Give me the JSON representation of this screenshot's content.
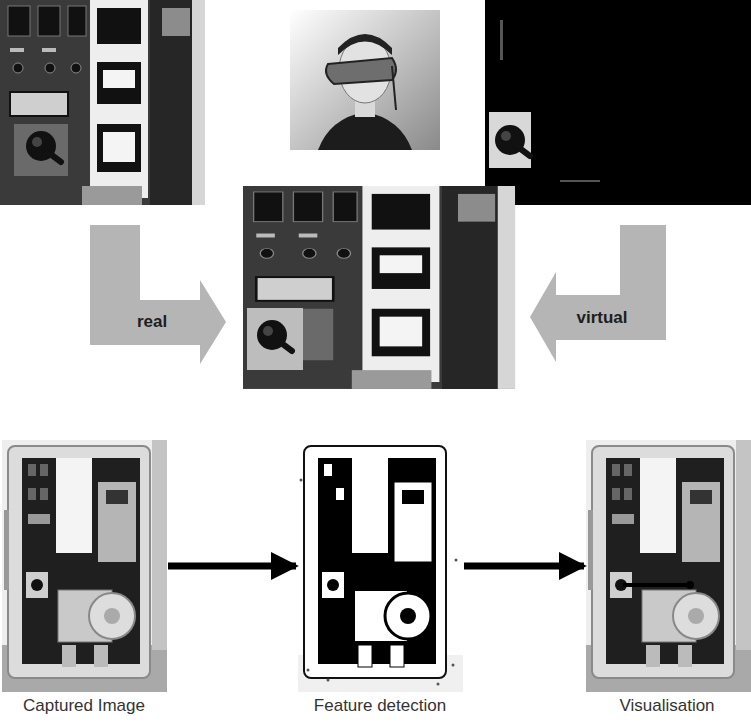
{
  "diagram": {
    "nodes": [
      {
        "text": [
          "Captured Image"
        ]
      },
      {
        "text": [
          "Feature detection"
        ]
      },
      {
        "text": [
          "Visualisation"
        ]
      }
    ],
    "edges": [
      {
        "from": 0,
        "to": 1,
        "arrow": "to"
      },
      {
        "from": 1,
        "to": 2,
        "arrow": "to"
      }
    ],
    "labels": [
      "real",
      "virtual"
    ]
  }
}
